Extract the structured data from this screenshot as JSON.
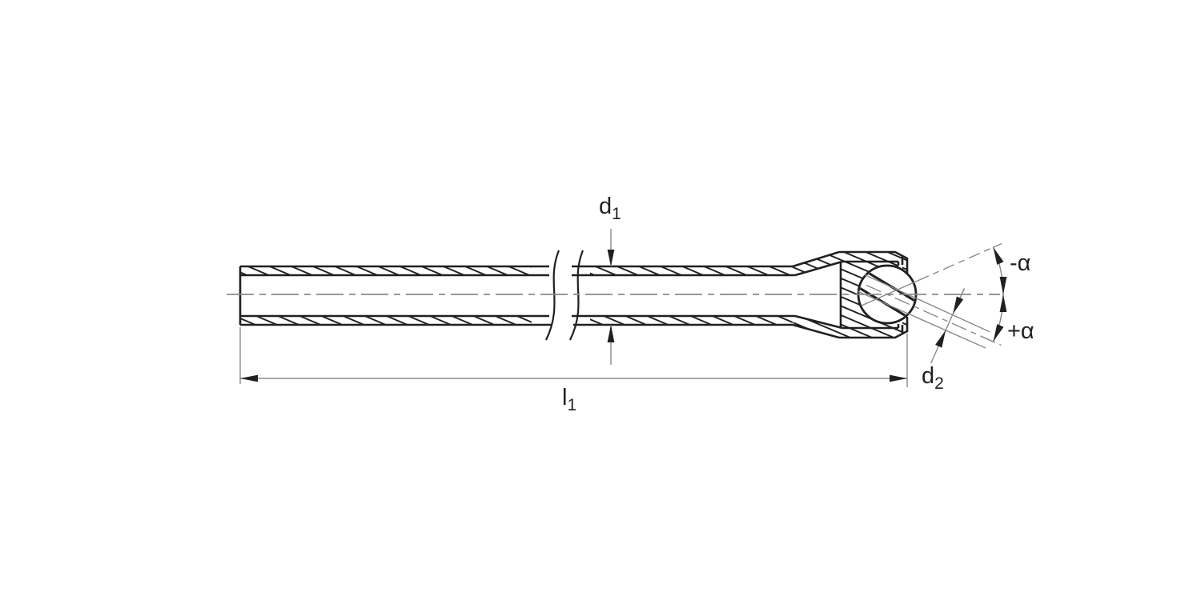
{
  "drawing": {
    "type": "technical-section-drawing",
    "subject": "tube with ball-joint end, sectional view with dimensions",
    "dimensions": {
      "d1": {
        "symbol": "d",
        "sub": "1"
      },
      "d2": {
        "symbol": "d",
        "sub": "2"
      },
      "l1": {
        "symbol": "l",
        "sub": "1"
      },
      "alpha_neg": "-α",
      "alpha_pos": "+α"
    },
    "colors": {
      "outline": "#231f20",
      "thin_lines": "#8a8a8a",
      "background": "#ffffff"
    }
  }
}
